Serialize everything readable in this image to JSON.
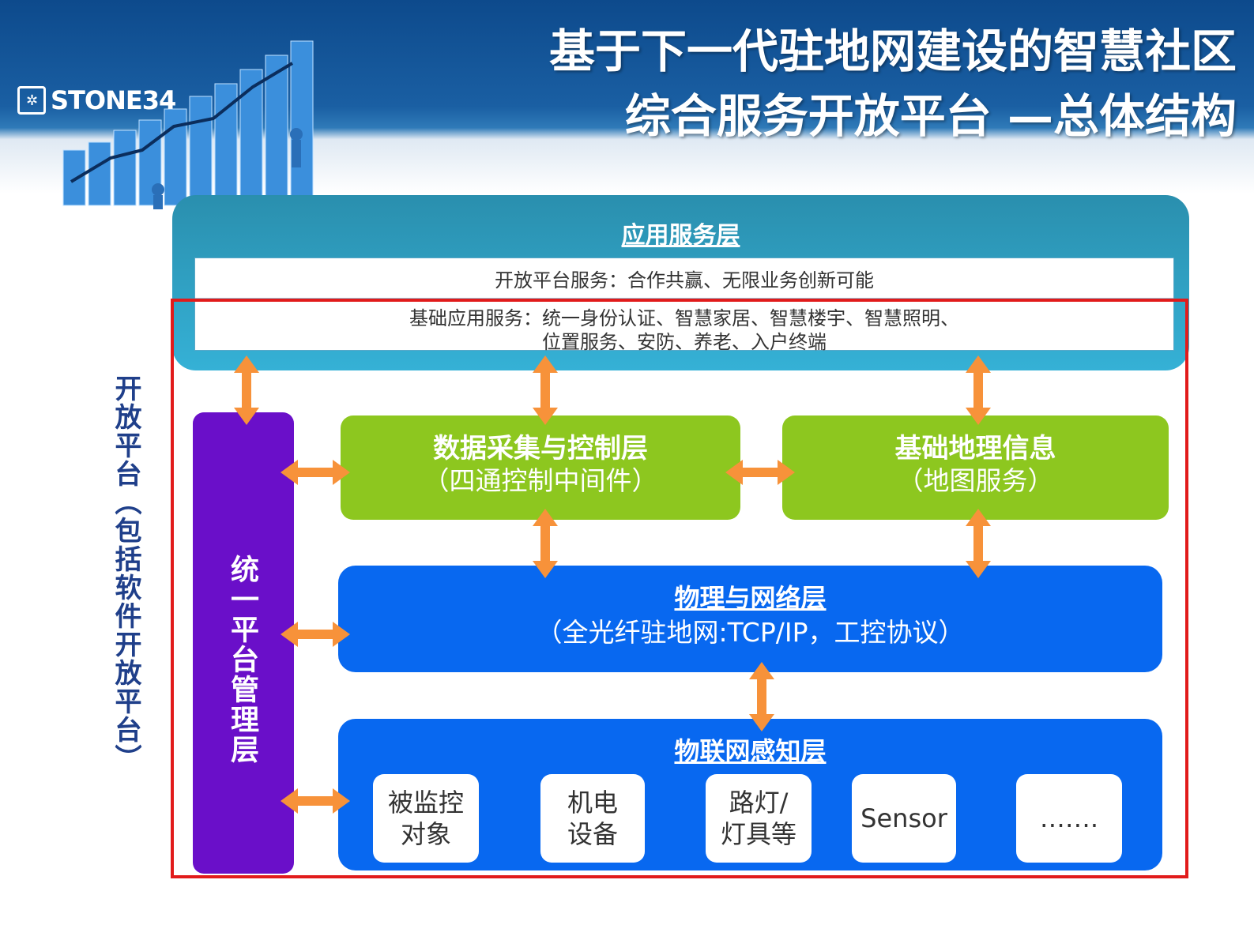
{
  "header": {
    "logo_text": "STONE34",
    "title_line1": "基于下一代驻地网建设的智慧社区",
    "title_line2": "综合服务开放平台 —总体结构"
  },
  "application_layer": {
    "title": "应用服务层",
    "open_services": "开放平台服务：合作共赢、无限业务创新可能",
    "basic_services_line1": "基础应用服务：统一身份认证、智慧家居、智慧楼宇、智慧照明、",
    "basic_services_line2": "位置服务、安防、养老、入户终端"
  },
  "open_platform_label": "开放平台（包括软件开放平台）",
  "management_layer": {
    "label": "统一平台管理层"
  },
  "data_layer": {
    "title": "数据采集与控制层",
    "subtitle": "（四通控制中间件）"
  },
  "geo_layer": {
    "title": "基础地理信息",
    "subtitle": "（地图服务）"
  },
  "physical_layer": {
    "title": "物理与网络层",
    "subtitle": "（全光纤驻地网:TCP/IP，工控协议）"
  },
  "iot_layer": {
    "title": "物联网感知层",
    "devices": [
      "被监控\n对象",
      "机电\n设备",
      "路灯/\n灯具等",
      "Sensor",
      "……."
    ]
  },
  "colors": {
    "header_blue": "#0d4a8c",
    "app_layer": "#35b1d6",
    "management": "#6a0fc9",
    "green_layer": "#8dc71f",
    "blue_layer": "#0868f0",
    "arrow": "#f7923a",
    "frame": "#e11b1b"
  }
}
